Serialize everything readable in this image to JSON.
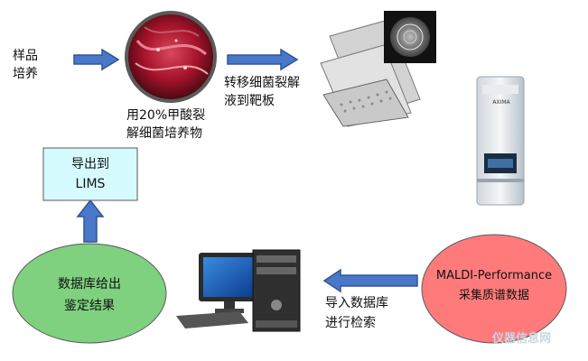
{
  "steps": {
    "sample": [
      "样品",
      "培养"
    ],
    "acid_lysis": [
      "用20%甲酸裂",
      "解细菌培养物"
    ],
    "transfer": [
      "转移细菌裂解",
      "液到靶板"
    ],
    "maldi": [
      "MALDI-Performance",
      "采集质谱数据"
    ],
    "search": [
      "导入数据库",
      "进行检索"
    ],
    "result": [
      "数据库给出",
      "鉴定结果"
    ],
    "export": [
      "导出到",
      "LIMS"
    ]
  },
  "devices": {
    "instrument_brand": "AXIMA"
  },
  "watermark": "仪器信息网",
  "colors": {
    "arrow": "#4a78c8",
    "arrow_stroke": "#2f5597",
    "result_ellipse": "#7fd07f",
    "maldi_ellipse": "#ff7b7b",
    "export_box": "#d6fbff"
  }
}
